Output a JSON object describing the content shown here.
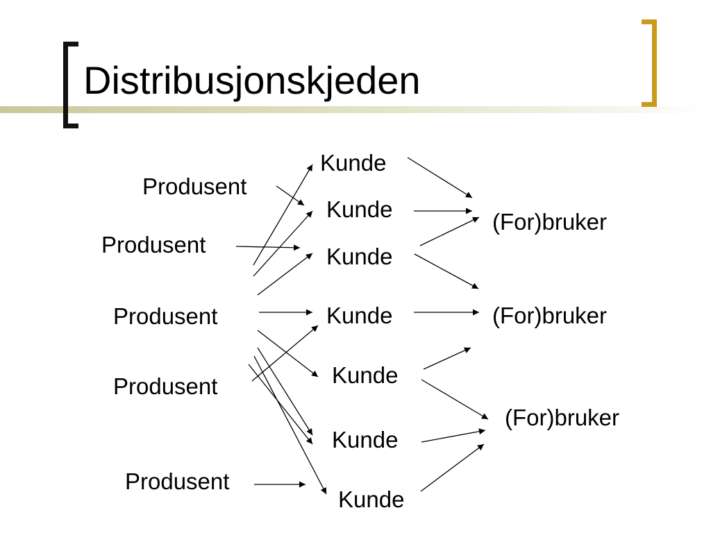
{
  "slide": {
    "title": "Distribusjonskjeden",
    "accent_color": "#c99a1c",
    "band_color": "#c9c89a"
  },
  "diagram": {
    "producers": [
      {
        "id": "p1",
        "label": "Produsent"
      },
      {
        "id": "p2",
        "label": "Produsent"
      },
      {
        "id": "p3",
        "label": "Produsent"
      },
      {
        "id": "p4",
        "label": "Produsent"
      },
      {
        "id": "p5",
        "label": "Produsent"
      }
    ],
    "customers": [
      {
        "id": "k1",
        "label": "Kunde"
      },
      {
        "id": "k2",
        "label": "Kunde"
      },
      {
        "id": "k3",
        "label": "Kunde"
      },
      {
        "id": "k4",
        "label": "Kunde"
      },
      {
        "id": "k5",
        "label": "Kunde"
      },
      {
        "id": "k6",
        "label": "Kunde"
      },
      {
        "id": "k7",
        "label": "Kunde"
      }
    ],
    "users": [
      {
        "id": "u1",
        "label": "(For)bruker"
      },
      {
        "id": "u2",
        "label": "(For)bruker"
      },
      {
        "id": "u3",
        "label": "(For)bruker"
      }
    ],
    "edges": [
      {
        "from": "p1",
        "to": "k2"
      },
      {
        "from": "p2",
        "to": "k3"
      },
      {
        "from": "p2",
        "to": "k1"
      },
      {
        "from": "p2",
        "to": "k2"
      },
      {
        "from": "p2",
        "to": "k3"
      },
      {
        "from": "p3",
        "to": "k4"
      },
      {
        "from": "p3",
        "to": "k5"
      },
      {
        "from": "p4",
        "to": "k4"
      },
      {
        "from": "p4",
        "to": "k6"
      },
      {
        "from": "p4",
        "to": "k6"
      },
      {
        "from": "p4",
        "to": "k7"
      },
      {
        "from": "p5",
        "to": "k7"
      },
      {
        "from": "k1",
        "to": "u1"
      },
      {
        "from": "k2",
        "to": "u1"
      },
      {
        "from": "k3",
        "to": "u1"
      },
      {
        "from": "k3",
        "to": "u2"
      },
      {
        "from": "k4",
        "to": "u2"
      },
      {
        "from": "k5",
        "to": "u2"
      },
      {
        "from": "k5",
        "to": "u3"
      },
      {
        "from": "k6",
        "to": "u3"
      },
      {
        "from": "k7",
        "to": "u3"
      }
    ]
  }
}
